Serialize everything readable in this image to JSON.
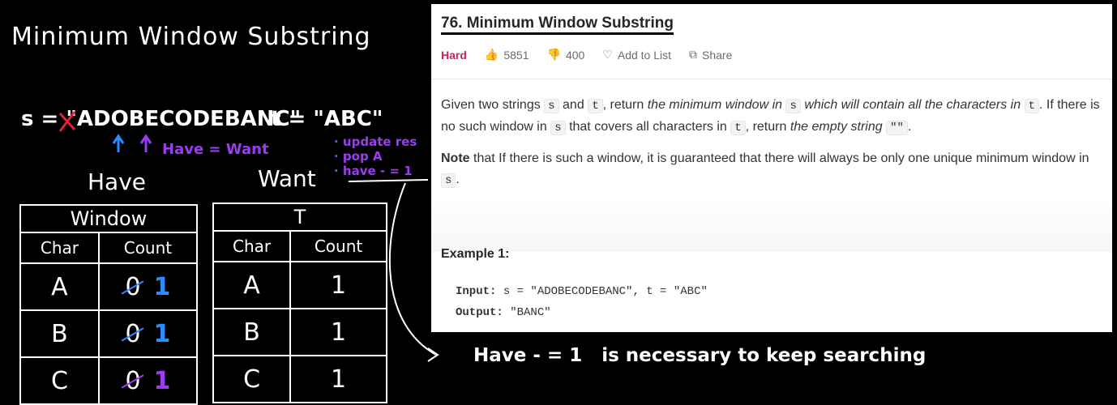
{
  "board": {
    "title": "Minimum Window Substring",
    "s_expr": "s = \"ADOBECODEBANC\"",
    "t_expr": "t = \"ABC\"",
    "have_eq_want": "Have = Want",
    "notes": [
      "· update res",
      "· pop A",
      "· have - = 1"
    ],
    "have_label": "Have",
    "want_label": "Want",
    "footnote": "Have - = 1   is necessary to keep searching",
    "window_table": {
      "name": "Window",
      "headers": [
        "Char",
        "Count"
      ],
      "rows": [
        {
          "char": "A",
          "old": "0",
          "new": "1",
          "color": "#2a8cff"
        },
        {
          "char": "B",
          "old": "0",
          "new": "1",
          "color": "#2a8cff"
        },
        {
          "char": "C",
          "old": "0",
          "new": "1",
          "color": "#9b3cf0"
        }
      ]
    },
    "t_table": {
      "name": "T",
      "headers": [
        "Char",
        "Count"
      ],
      "rows": [
        {
          "char": "A",
          "count": "1"
        },
        {
          "char": "B",
          "count": "1"
        },
        {
          "char": "C",
          "count": "1"
        }
      ]
    },
    "colors": {
      "pointer": "#2a8cff",
      "annotation": "#9b3cf0",
      "cross": "#e0223b"
    }
  },
  "problem": {
    "title": "76. Minimum Window Substring",
    "difficulty": "Hard",
    "likes": "5851",
    "dislikes": "400",
    "add_to_list": "Add to List",
    "share": "Share",
    "desc": {
      "p1": "Given two strings",
      "c1": "s",
      "p2": "and",
      "c2": "t",
      "p3": ", return",
      "i1": "the minimum window in",
      "c3": "s",
      "i2": "which will contain all the characters in",
      "c4": "t",
      "p4": ". If there is no such window in",
      "c5": "s",
      "p5": "that covers all characters in",
      "c6": "t",
      "p6": ", return",
      "i3": "the empty string",
      "c7": "\"\"",
      "p7": "."
    },
    "note_bold": "Note",
    "note_text": "that If there is such a window, it is guaranteed that there will always be only one unique minimum window in",
    "note_code": "s",
    "note_end": ".",
    "example_title": "Example 1:",
    "input_label": "Input:",
    "input_value": "s = \"ADOBECODEBANC\", t = \"ABC\"",
    "output_label": "Output:",
    "output_value": "\"BANC\""
  }
}
